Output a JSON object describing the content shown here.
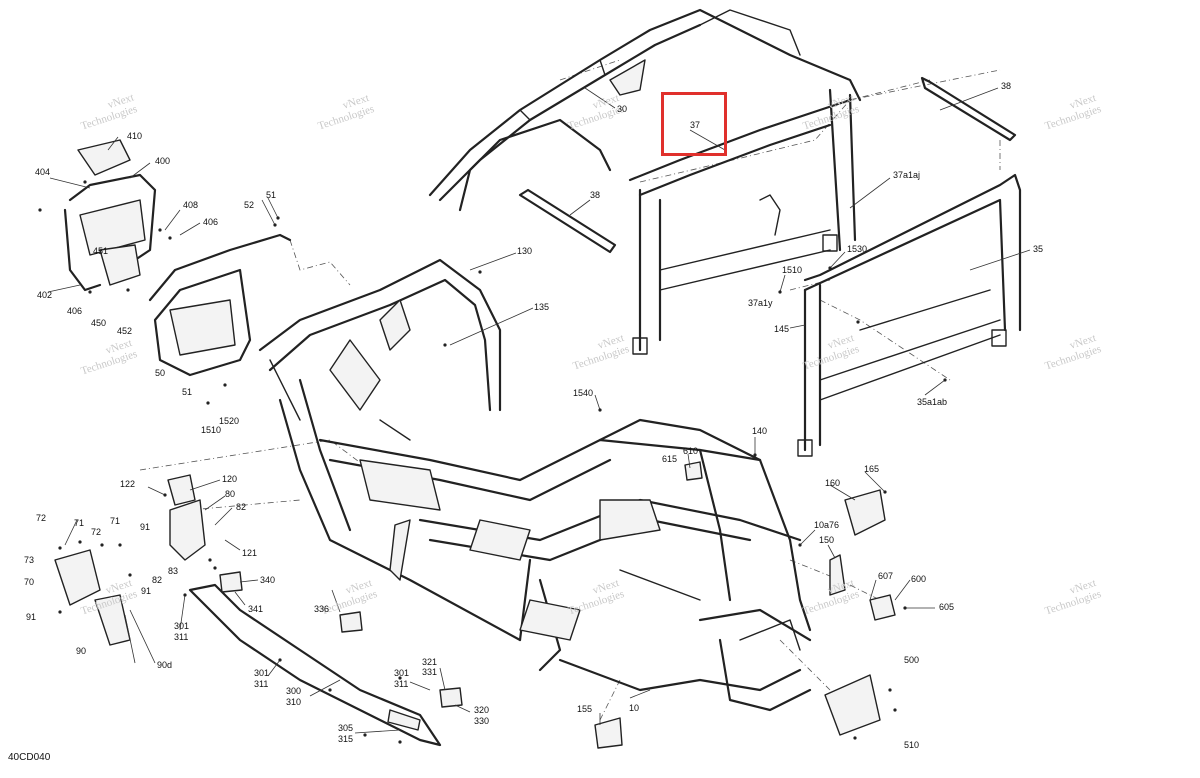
{
  "diagram": {
    "reference_code": "40CD040",
    "highlighted_part": "37",
    "watermark_lines": [
      "vNext",
      "Technologies"
    ],
    "watermark_inline": "vNext Technologies",
    "highlight_color": "#e0302c",
    "labels": {
      "p30": "30",
      "p37": "37",
      "p38a": "38",
      "p38b": "38",
      "p37a1aj": "37a1aj",
      "p35": "35",
      "p1530": "1530",
      "p1510a": "1510",
      "p37a1y": "37a1y",
      "p145": "145",
      "p35a1ab": "35a1ab",
      "p410": "410",
      "p400": "400",
      "p404": "404",
      "p408": "408",
      "p406a": "406",
      "p451": "451",
      "p402": "402",
      "p406b": "406",
      "p450": "450",
      "p452": "452",
      "p51a": "51",
      "p52": "52",
      "p50": "50",
      "p51b": "51",
      "p1520": "1520",
      "p1510b": "1510",
      "p130": "130",
      "p135": "135",
      "p1540": "1540",
      "p140": "140",
      "p610": "610",
      "p615": "615",
      "p165": "165",
      "p160": "160",
      "p10a76": "10a76",
      "p150": "150",
      "p607": "607",
      "p600": "600",
      "p605": "605",
      "p500": "500",
      "p510": "510",
      "p155": "155",
      "p10": "10",
      "p120": "120",
      "p122": "122",
      "p80": "80",
      "p82a": "82",
      "p121": "121",
      "p91a": "91",
      "p72a": "72",
      "p71a": "71",
      "p72b": "72",
      "p71b": "71",
      "p73": "73",
      "p70": "70",
      "p83": "83",
      "p82b": "82",
      "p91b": "91",
      "p91c": "91",
      "p90": "90",
      "p90d": "90d",
      "p340": "340",
      "p341": "341",
      "p301a": "301",
      "p311a": "311",
      "p336": "336",
      "p301b": "301",
      "p311b": "311",
      "p300": "300",
      "p310": "310",
      "p321": "321",
      "p331": "331",
      "p301c": "301",
      "p311c": "311",
      "p320": "320",
      "p330": "330",
      "p305": "305",
      "p315": "315"
    }
  }
}
